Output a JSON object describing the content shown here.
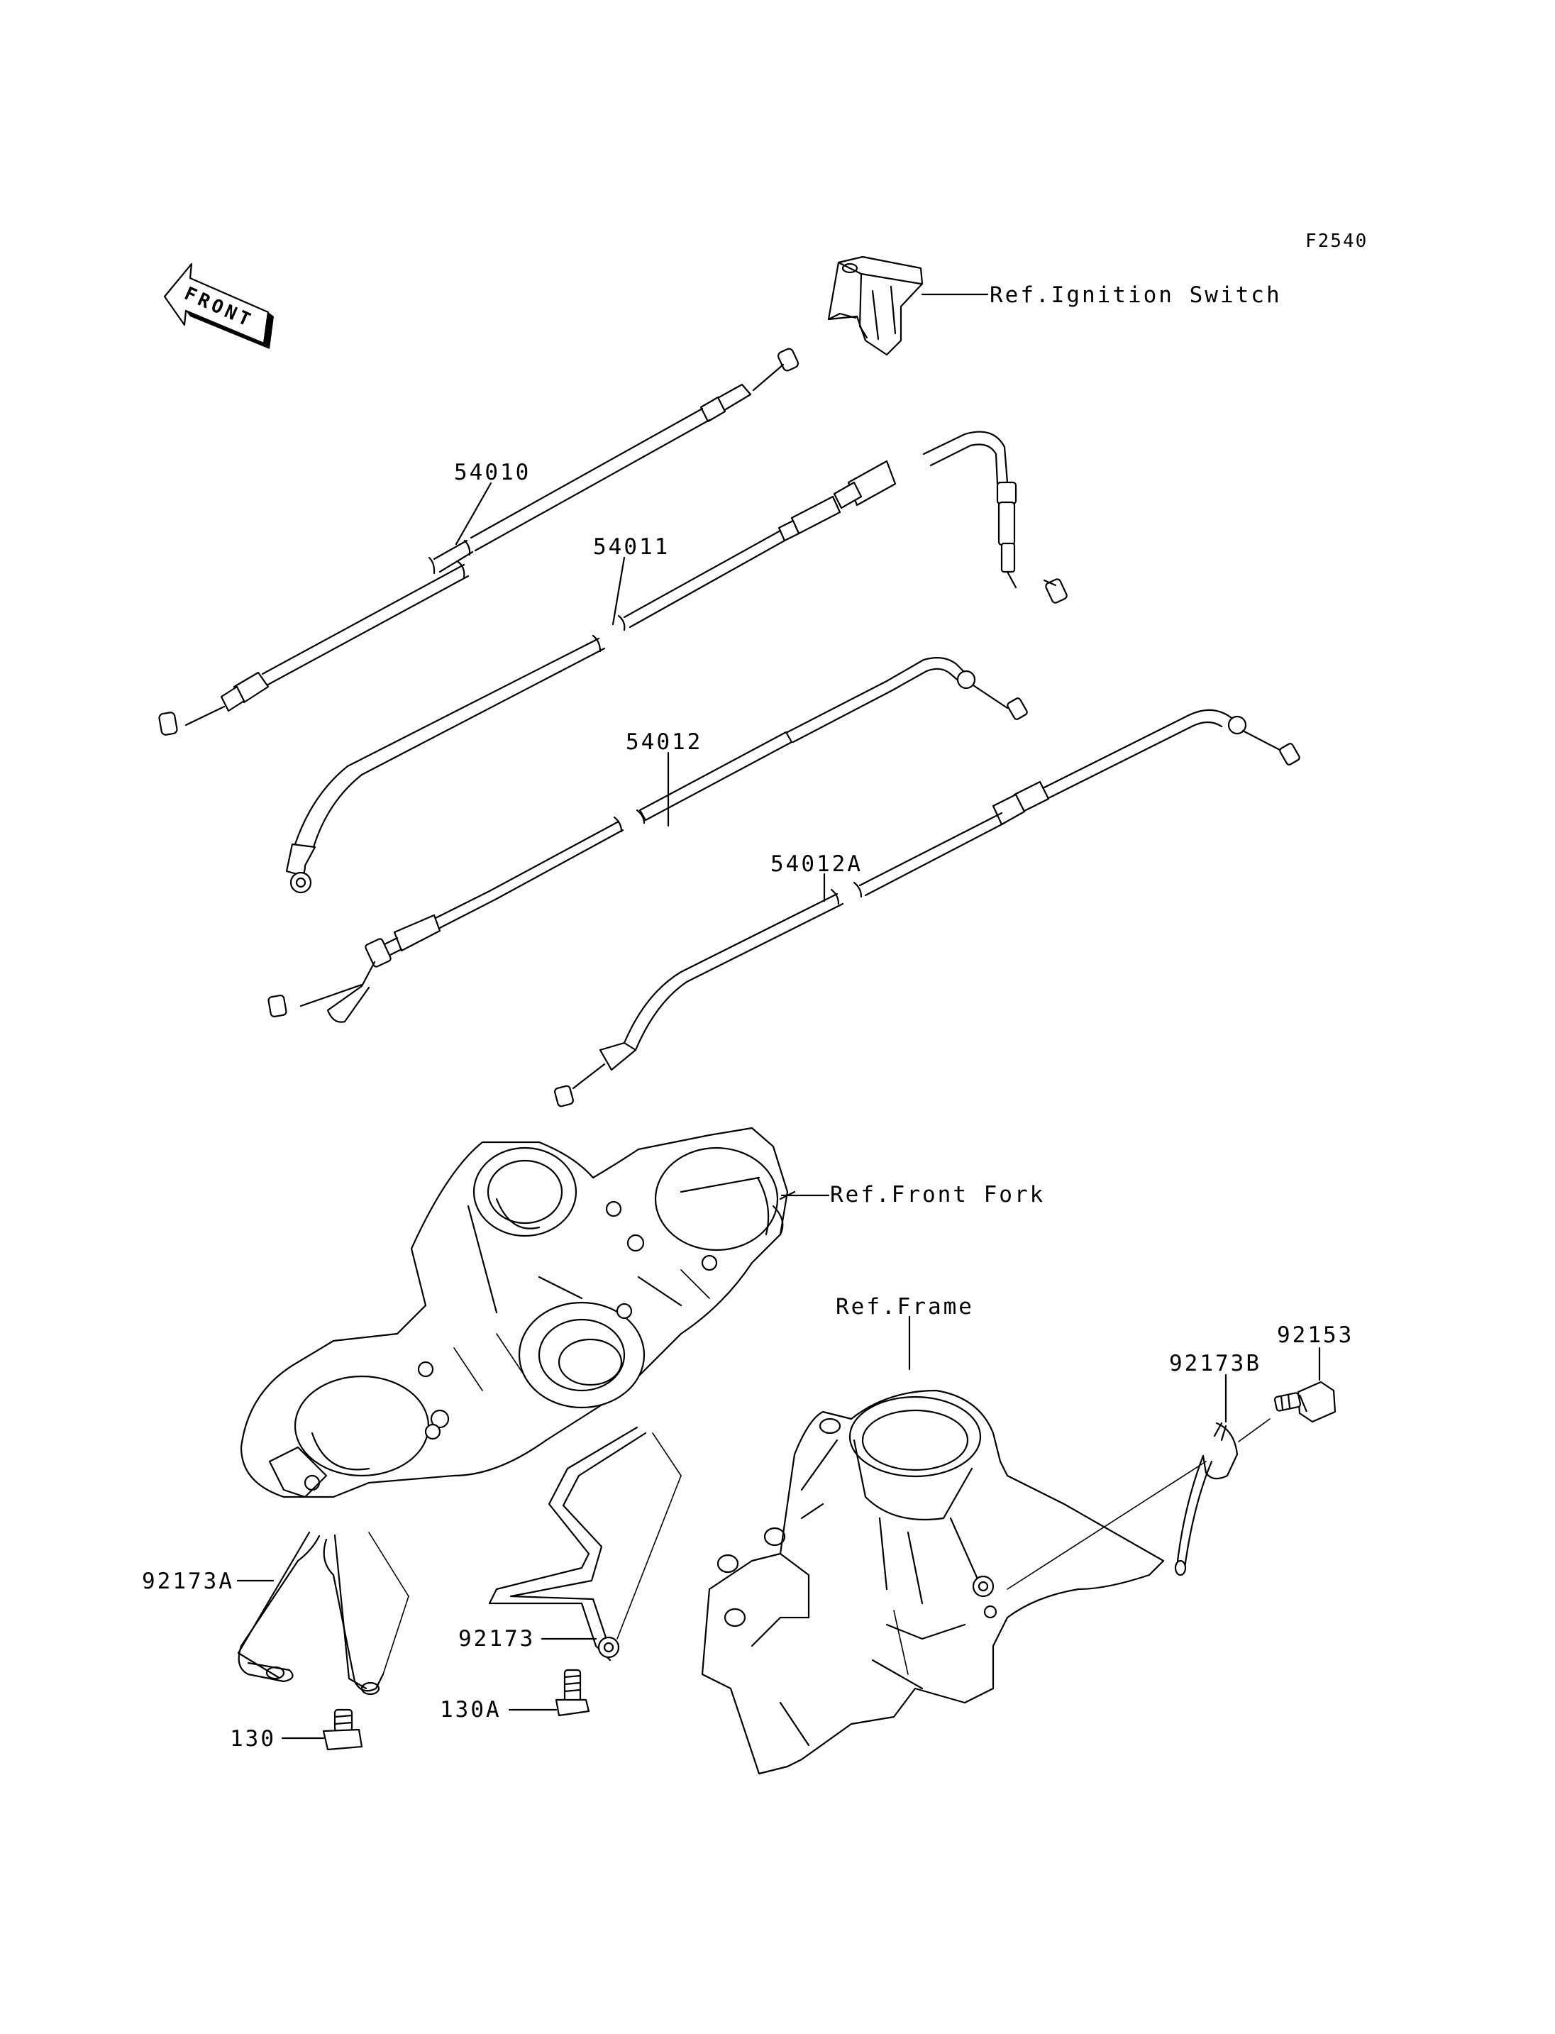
{
  "diagram_code": "F2540",
  "front_indicator": "FRONT",
  "references": {
    "ignition_switch": "Ref.Ignition Switch",
    "front_fork": "Ref.Front Fork",
    "frame": "Ref.Frame"
  },
  "parts": {
    "p54010": "54010",
    "p54011": "54011",
    "p54012": "54012",
    "p54012A": "54012A",
    "p92153": "92153",
    "p92173B": "92173B",
    "p92173A": "92173A",
    "p92173": "92173",
    "p130A": "130A",
    "p130": "130"
  }
}
